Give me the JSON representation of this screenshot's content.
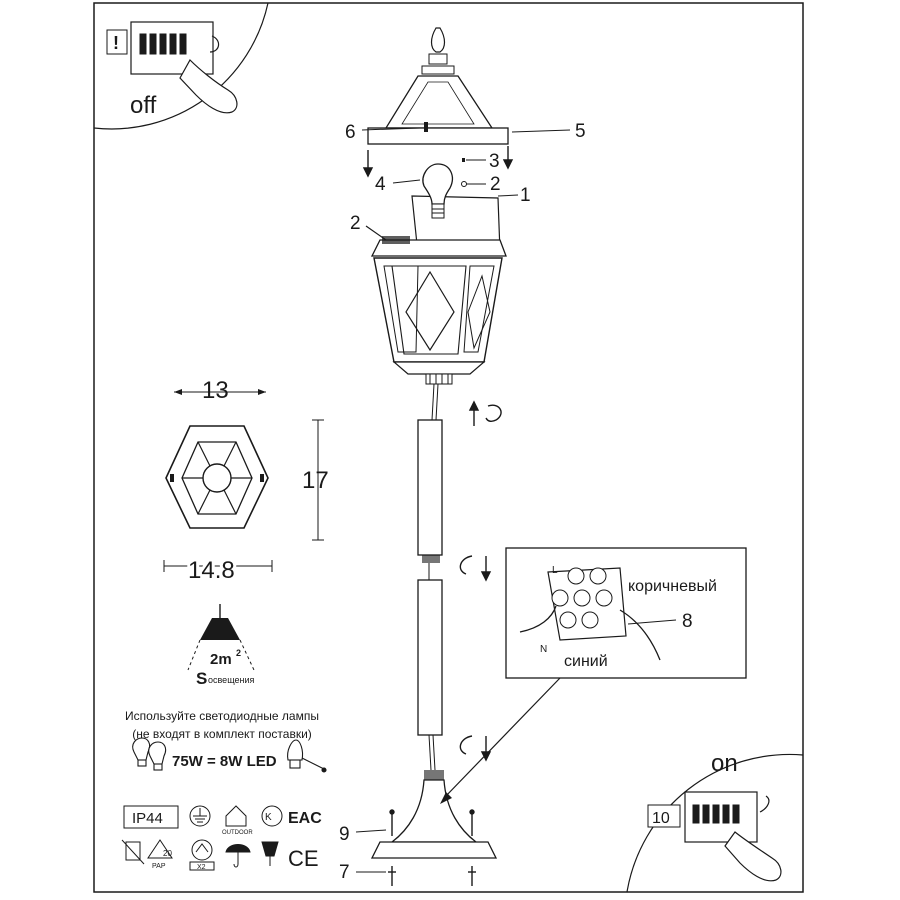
{
  "off_panel": {
    "label": "off",
    "warning": "!"
  },
  "on_panel": {
    "label": "on",
    "step": "10"
  },
  "parts": {
    "p1": "1",
    "p2a": "2",
    "p2b": "2",
    "p3": "3",
    "p4": "4",
    "p5": "5",
    "p6": "6",
    "p7": "7",
    "p8": "8",
    "p9": "9"
  },
  "dimensions": {
    "width_top": "13",
    "height": "17",
    "width_bottom": "14.8"
  },
  "illumination": {
    "area": "2m",
    "area_sup": "2",
    "symbol": "S",
    "caption": "освещения"
  },
  "wiring": {
    "brown": "коричневый",
    "blue": "синий",
    "L": "L",
    "N": "N"
  },
  "led_note": {
    "line1": "Используйте светодиодные лампы",
    "line2": "(не входят в комплект поставки)",
    "equation": "75W = 8W LED"
  },
  "badges": {
    "ip": "IP44",
    "outdoor": "OUTDOOR",
    "eac": "EAC",
    "recycle_num": "20",
    "recycle_mat": "PAP",
    "x2": "X2",
    "ce": "CE"
  }
}
